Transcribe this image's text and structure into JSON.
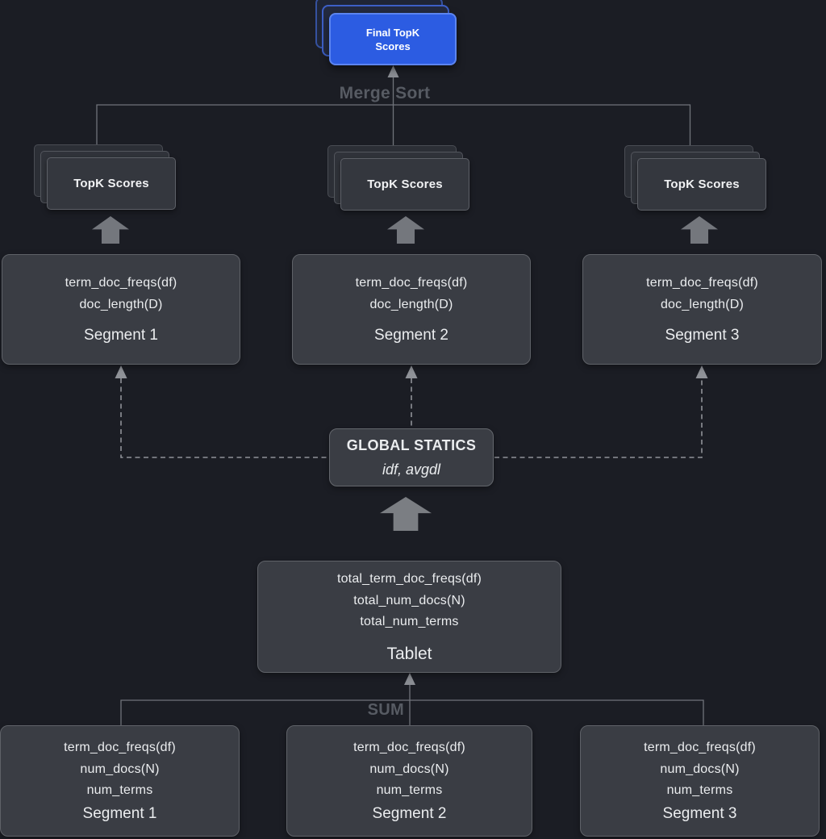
{
  "colors": {
    "background": "#1b1d24",
    "accent_blue": "#2c5ce2",
    "node_fill": "#3a3d44",
    "wire": "#70737a",
    "dashed_wire": "#8f9298",
    "wire_label": "#575b63"
  },
  "final_stack": {
    "label": "Final TopK Scores"
  },
  "merge_sort": {
    "label": "Merge Sort"
  },
  "topk_stacks": [
    {
      "label": "TopK Scores"
    },
    {
      "label": "TopK Scores"
    },
    {
      "label": "TopK Scores"
    }
  ],
  "segment_stats": [
    {
      "lines": [
        "term_doc_freqs(df)",
        "doc_length(D)"
      ],
      "name": "Segment 1"
    },
    {
      "lines": [
        "term_doc_freqs(df)",
        "doc_length(D)"
      ],
      "name": "Segment 2"
    },
    {
      "lines": [
        "term_doc_freqs(df)",
        "doc_length(D)"
      ],
      "name": "Segment 3"
    }
  ],
  "global_statics": {
    "title": "GLOBAL STATICS",
    "subtitle": "idf, avgdl"
  },
  "tablet": {
    "lines": [
      "total_term_doc_freqs(df)",
      "total_num_docs(N)",
      "total_num_terms"
    ],
    "name": "Tablet"
  },
  "sum": {
    "label": "SUM"
  },
  "segment_counts": [
    {
      "lines": [
        "term_doc_freqs(df)",
        "num_docs(N)",
        "num_terms"
      ],
      "name": "Segment 1"
    },
    {
      "lines": [
        "term_doc_freqs(df)",
        "num_docs(N)",
        "num_terms"
      ],
      "name": "Segment 2"
    },
    {
      "lines": [
        "term_doc_freqs(df)",
        "num_docs(N)",
        "num_terms"
      ],
      "name": "Segment 3"
    }
  ]
}
